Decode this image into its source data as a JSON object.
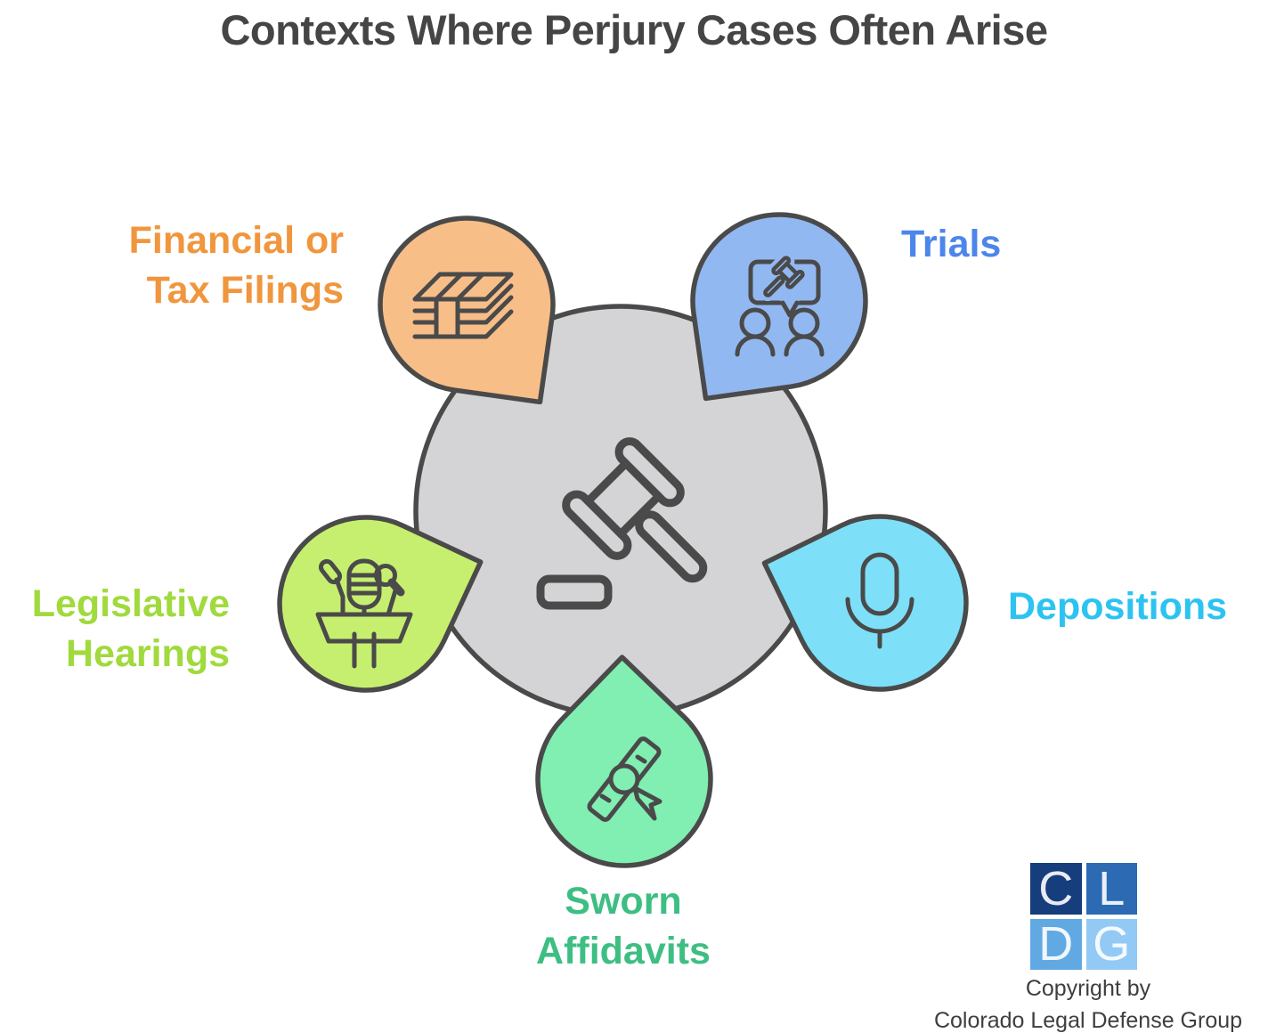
{
  "title": "Contexts Where Perjury Cases Often Arise",
  "center": {
    "fill": "#D4D4D6",
    "icon": "gavel-icon"
  },
  "items": [
    {
      "id": "financial",
      "label": "Financial or\nTax Filings",
      "text_color": "#F0963D",
      "fill": "#F8BE88",
      "icon": "money-stack-icon"
    },
    {
      "id": "trials",
      "label": "Trials",
      "text_color": "#4C86EB",
      "fill": "#92B8F1",
      "icon": "courtroom-discussion-icon"
    },
    {
      "id": "depositions",
      "label": "Depositions",
      "text_color": "#2CC3F1",
      "fill": "#7DE0F8",
      "icon": "microphone-icon"
    },
    {
      "id": "sworn",
      "label": "Sworn\nAffidavits",
      "text_color": "#3EBE83",
      "fill": "#80EFB1",
      "icon": "diploma-icon"
    },
    {
      "id": "legislative",
      "label": "Legislative\nHearings",
      "text_color": "#A0DA3D",
      "fill": "#C6EF6F",
      "icon": "podium-icon"
    }
  ],
  "colors": {
    "outline": "#4A4A4A",
    "title_text": "#454545",
    "copyright_text": "#3E3E3E",
    "background": "#FFFFFF",
    "logo_squares": [
      "#163D7C",
      "#2C6BB4",
      "#61A9E3",
      "#92CAF5"
    ]
  },
  "footer": {
    "logo": {
      "letters": [
        "C",
        "L",
        "D",
        "G"
      ]
    },
    "copyright": "Copyright by\nColorado Legal Defense Group"
  }
}
